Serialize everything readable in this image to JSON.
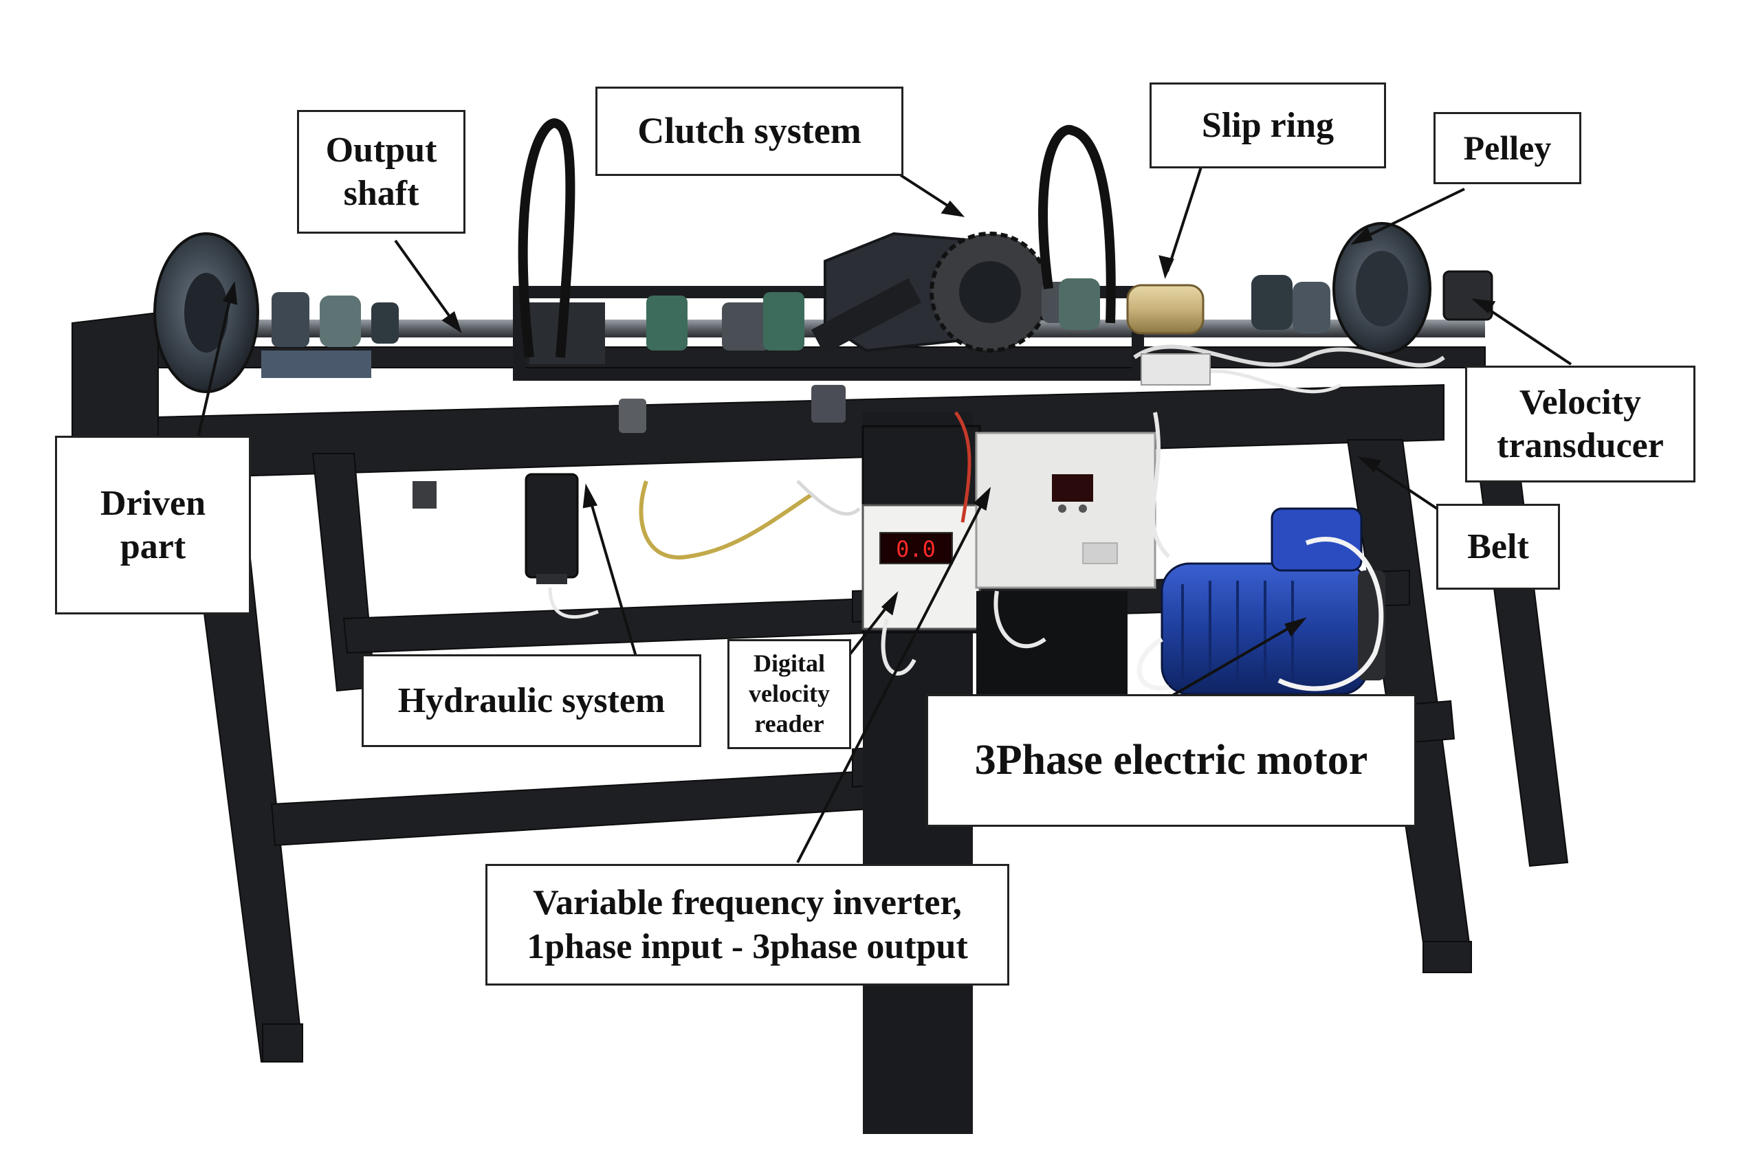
{
  "labels": {
    "output_shaft": "Output\nshaft",
    "clutch_system": "Clutch system",
    "slip_ring": "Slip ring",
    "pelley": "Pelley",
    "velocity_transducer": "Velocity\ntransducer",
    "belt": "Belt",
    "driven_part": "Driven\npart",
    "hydraulic_system": "Hydraulic system",
    "digital_velocity_reader": "Digital\nvelocity\nreader",
    "motor": "3Phase electric motor",
    "inverter": "Variable frequency inverter,\n1phase input - 3phase output"
  },
  "display_reading": "0.0",
  "colors": {
    "frame": "#1e1f22",
    "motor_blue": "#1f3f9e",
    "inverter_body": "#e8e8e6",
    "display_red": "#ff2a2a",
    "slip_ring": "#c9b27a",
    "background": "#ffffff"
  }
}
